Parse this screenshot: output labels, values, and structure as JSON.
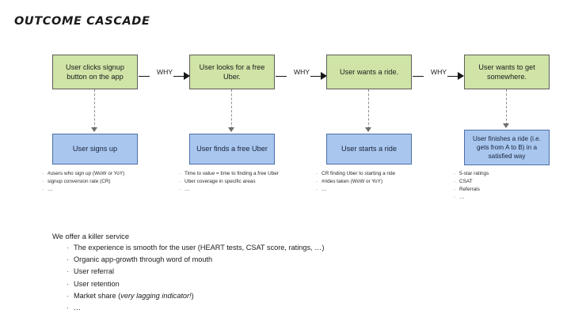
{
  "slide": {
    "title": "OUTCOME CASCADE",
    "why_label": "WHY"
  },
  "colors": {
    "outcome_box_fill": "#cfe4a6",
    "outcome_box_border": "#5d5d5d",
    "metric_box_fill": "#a9c6ee",
    "metric_box_border": "#4b6fa8",
    "arrow": "#171717",
    "dashed_connector": "#8c8c8c",
    "background": "#ffffff"
  },
  "cascade": [
    {
      "outcome": "User clicks signup button on the app",
      "metric_box": "User signs up",
      "metrics": [
        "#users who sign up (WoW or YoY)",
        "signup conversion rate (CR)",
        "…"
      ]
    },
    {
      "outcome": "User looks for a free Uber.",
      "metric_box": "User finds a free Uber",
      "metrics": [
        "Time to value = time to finding a free Uber",
        "Uber coverage in specific areas",
        "…"
      ]
    },
    {
      "outcome": "User wants a ride.",
      "metric_box": "User starts a ride",
      "metrics": [
        "CR finding Uber to starting a ride",
        "#rides taken (WoW or YoY)",
        "…"
      ]
    },
    {
      "outcome": "User wants to get somewhere.",
      "metric_box": "User finishes a ride (i.e. gets from A to B) in a satisfied way",
      "metrics": [
        "5-star ratings",
        "CSAT",
        "Referrals",
        "…"
      ]
    }
  ],
  "summary": {
    "heading": "We offer a killer service",
    "items": [
      {
        "text": "The experience is smooth for the user (HEART tests, CSAT score, ratings, …)"
      },
      {
        "text": "Organic app-growth through word of mouth"
      },
      {
        "text": "User referral"
      },
      {
        "text": "User retention"
      },
      {
        "text": "Market share (",
        "emphasis": "very lagging indicator!",
        "text_after": ")"
      },
      {
        "text": "…"
      }
    ],
    "bullet_glyph": "·"
  }
}
